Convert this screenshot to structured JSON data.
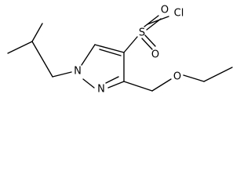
{
  "molecule": {
    "atom_labels": {
      "n1": "N",
      "n2": "N",
      "s": "S",
      "o_top": "O",
      "o_bottom": "O",
      "cl": "Cl",
      "o_ether": "O"
    }
  }
}
